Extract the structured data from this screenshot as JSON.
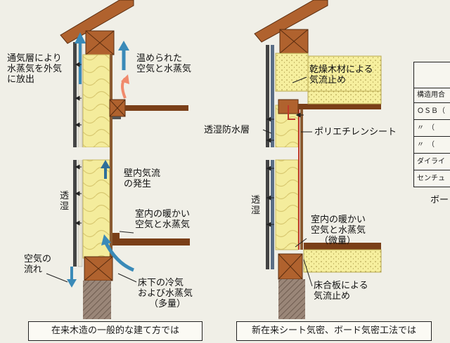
{
  "left": {
    "label_vent_layer": [
      "通気層により",
      "水蒸気を外気",
      "に放出"
    ],
    "label_warmed_air": [
      "温められた",
      "空気と水蒸気"
    ],
    "label_wall_flow": [
      "壁内気流",
      "の発生"
    ],
    "label_moisture_permeable": "透湿",
    "label_indoor_warm": [
      "室内の暖かい",
      "空気と水蒸気"
    ],
    "label_air_flow": [
      "空気の",
      "流れ"
    ],
    "label_underfloor": [
      "床下の冷気",
      "および水蒸気",
      "（多量）"
    ],
    "caption": "在来木造の一般的な建て方では"
  },
  "right": {
    "label_dry_lumber": [
      "乾燥木材による",
      "気流止め"
    ],
    "label_membrane": "透湿防水層",
    "label_polyethylene": "ポリエチレンシート",
    "label_moisture_permeable": "透湿",
    "label_indoor_warm": [
      "室内の暖かい",
      "空気と水蒸気",
      "（微量）"
    ],
    "label_floor_board": [
      "床合板による",
      "気流止め"
    ],
    "caption": "新在来シート気密、ボード気密工法では"
  },
  "table": {
    "rows": [
      "構造用合",
      "ＯＳＢ（",
      "〃　（",
      "〃　（",
      "ダイライ",
      "センチュ"
    ],
    "footer": "ボー"
  },
  "colors": {
    "insulation": "#f4ec9c",
    "wood": "#b0622e",
    "wood_dark": "#7a3f18",
    "foundation": "#8a7668",
    "arrow": "#3a8ab8",
    "warm_arrow": "#f08a6c"
  }
}
